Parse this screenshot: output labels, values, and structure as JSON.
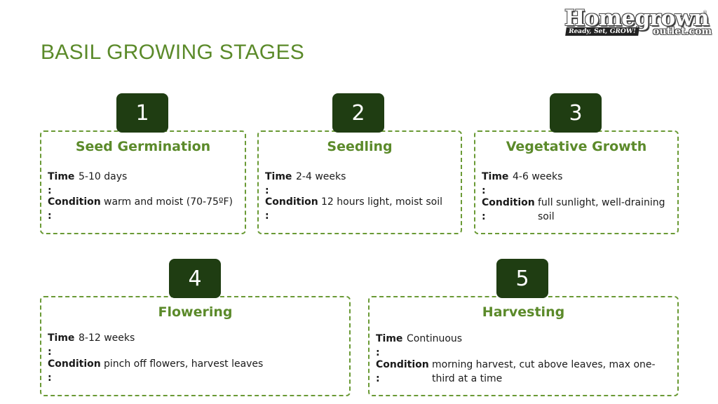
{
  "page": {
    "title": "BASIL GROWING STAGES"
  },
  "logo": {
    "brand": "Homegrown",
    "registered": "®",
    "tagline": "Ready, Set, GROW!",
    "domain": "outlet.com"
  },
  "labels": {
    "time": "Time",
    "condition": "Condition",
    "colon": ":"
  },
  "stages": [
    {
      "number": "1",
      "title": "Seed Germination",
      "time": "5-10 days",
      "condition": "warm and moist (70-75ºF)"
    },
    {
      "number": "2",
      "title": "Seedling",
      "time": "2-4 weeks",
      "condition": "12 hours light, moist soil"
    },
    {
      "number": "3",
      "title": "Vegetative Growth",
      "time": "4-6 weeks",
      "condition": "full sunlight, well-draining soil"
    },
    {
      "number": "4",
      "title": "Flowering",
      "time": "8-12 weeks",
      "condition": "pinch off flowers, harvest leaves"
    },
    {
      "number": "5",
      "title": "Harvesting",
      "time": "Continuous",
      "condition": "morning harvest, cut above leaves, max one-third at a time"
    }
  ],
  "colors": {
    "accent_green": "#5b8a2a",
    "badge_dark_green": "#1f3d12",
    "border_green": "#6a9a35"
  }
}
